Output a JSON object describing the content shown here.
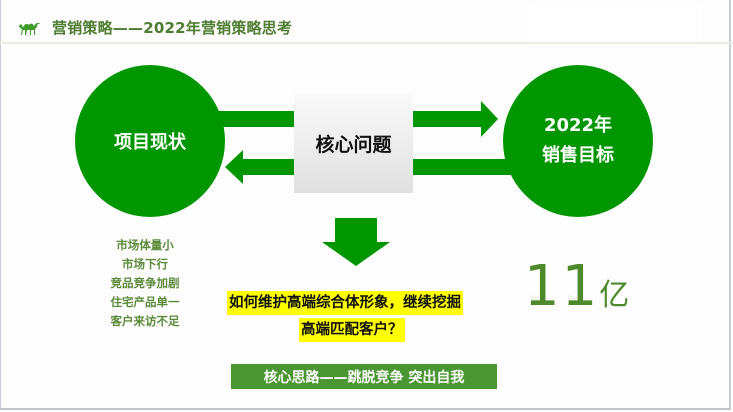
{
  "header": {
    "logo_icon": "camel-icon",
    "title": "营销策略——2022年营销策略思考"
  },
  "diagram": {
    "left_node": {
      "label": "项目现状"
    },
    "center_node": {
      "label": "核心问题"
    },
    "right_node": {
      "line1": "2022年",
      "line2": "销售目标"
    },
    "current_issues": [
      "市场体量小",
      "市场下行",
      "竞品竞争加剧",
      "住宅产品单一",
      "客户来访不足"
    ],
    "question": {
      "line1": "如何维护高端综合体形象，继续挖掘",
      "line2": "高端匹配客户？"
    },
    "target": {
      "value": "11",
      "unit": "亿"
    },
    "core_idea": "核心思路——跳脱竞争 突出自我"
  },
  "colors": {
    "primary_green": "#009600",
    "title_green": "#4e7d32",
    "bar_green": "#4a9632",
    "highlight": "#ffff00"
  }
}
